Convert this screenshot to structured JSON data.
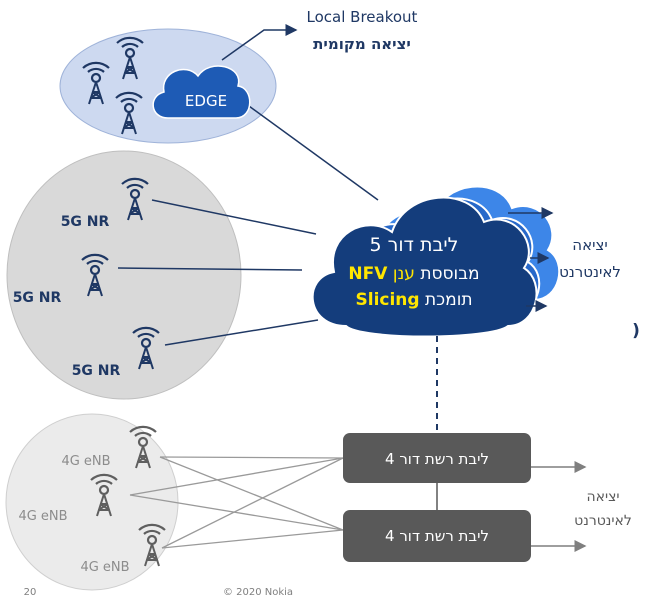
{
  "edge_cluster": {
    "cloud_label": "EDGE",
    "breakout_en": "Local Breakout",
    "breakout_he": "יציאה מקומית"
  },
  "nr_cluster": {
    "cells": [
      "5G NR",
      "5G NR",
      "5G NR"
    ]
  },
  "core5g": {
    "line1": "ליבת דור 5",
    "line2_pre": "מבוססת ",
    "line2_cloud": "ענן",
    "line2_nfv": "NFV",
    "line3_pre": "תומכת ",
    "line3_slicing": "Slicing"
  },
  "internet_exit_5g": {
    "line1": "יציאה",
    "line2": "לאינטרנט"
  },
  "side_mark": ")",
  "enb_cluster": {
    "cells": [
      "4G eNB",
      "4G eNB",
      "4G eNB"
    ]
  },
  "core4g": {
    "boxes": [
      "ליבת רשת דור 4",
      "ליבת רשת דור 4"
    ]
  },
  "internet_exit_4g": {
    "line1": "יציאה",
    "line2": "לאינטרנט"
  },
  "footer": {
    "page_number": "20",
    "copyright": "© 2020 Nokia"
  },
  "colors": {
    "navy": "#1f3864",
    "cloud_dark": "#143d7c",
    "cloud_mid": "#1e5bb5",
    "cloud_light": "#2f7be0",
    "edge_ellipse": "#cdd9f0",
    "nr_ellipse": "#d9d9d9",
    "enb_ellipse": "#ebebeb",
    "core4g_box": "#595959",
    "highlight": "#ffe600"
  }
}
